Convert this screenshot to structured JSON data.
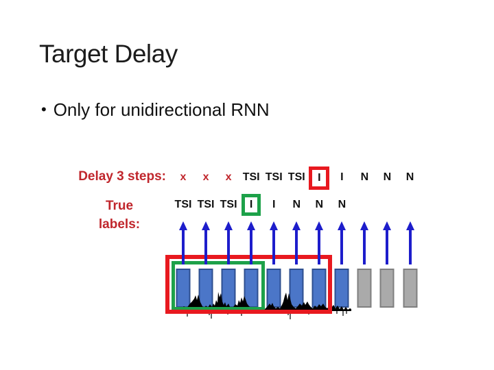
{
  "slide": {
    "title": "Target Delay",
    "bullet_marker": "•",
    "bullet": "Only for unidirectional RNN"
  },
  "diagram": {
    "delay_label": "Delay 3 steps:",
    "true_label_line1": "True",
    "true_label_line2": "labels:",
    "delayed_row": [
      {
        "label": "x",
        "style": "red"
      },
      {
        "label": "x",
        "style": "red"
      },
      {
        "label": "x",
        "style": "red"
      },
      {
        "label": "TSI"
      },
      {
        "label": "TSI"
      },
      {
        "label": "TSI"
      },
      {
        "label": "I",
        "box": "red"
      },
      {
        "label": "I"
      },
      {
        "label": "N"
      },
      {
        "label": "N"
      },
      {
        "label": "N"
      }
    ],
    "true_row": [
      {
        "label": "TSI"
      },
      {
        "label": "TSI"
      },
      {
        "label": "TSI"
      },
      {
        "label": "I",
        "box": "green"
      },
      {
        "label": "I"
      },
      {
        "label": "N"
      },
      {
        "label": "N"
      },
      {
        "label": "N"
      }
    ],
    "num_arrows": 11,
    "num_blue_frames": 8,
    "num_gray_frames": 3,
    "colors": {
      "label_red": "#c0262c",
      "token_black": "#111111",
      "highlight_red": "#e8191f",
      "highlight_green": "#1da149",
      "arrow_blue": "#1d1dcb",
      "frame_blue_fill": "#4b76c8",
      "frame_blue_border": "#2e4f8f",
      "frame_gray_fill": "#aaaaaa",
      "frame_gray_border": "#7f7f7f",
      "waveform": "#000000"
    }
  }
}
